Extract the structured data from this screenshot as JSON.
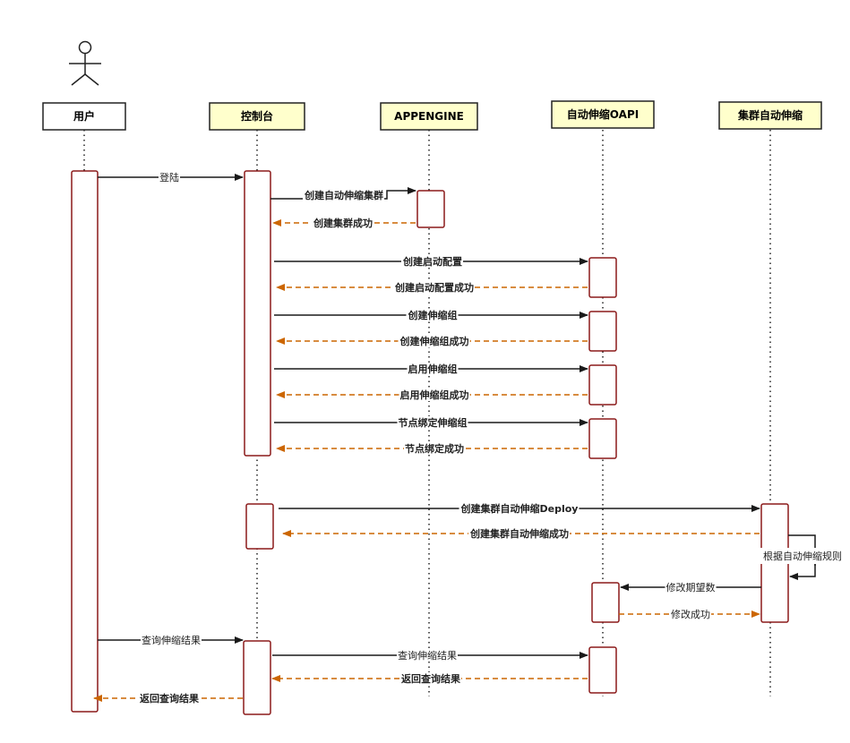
{
  "participants": [
    {
      "id": "user",
      "label": "用户"
    },
    {
      "id": "console",
      "label": "控制台"
    },
    {
      "id": "appengine",
      "label": "APPENGINE"
    },
    {
      "id": "oapi",
      "label": "自动伸缩OAPI"
    },
    {
      "id": "cluster",
      "label": "集群自动伸缩"
    }
  ],
  "messages": [
    {
      "id": "m1",
      "label": "登陆",
      "type": "call"
    },
    {
      "id": "m2",
      "label": "创建自动伸缩集群",
      "type": "call"
    },
    {
      "id": "m3",
      "label": "创建集群成功",
      "type": "return"
    },
    {
      "id": "m4",
      "label": "创建启动配置",
      "type": "call"
    },
    {
      "id": "m5",
      "label": "创建启动配置成功",
      "type": "return"
    },
    {
      "id": "m6",
      "label": "创建伸缩组",
      "type": "call"
    },
    {
      "id": "m7",
      "label": "创建伸缩组成功",
      "type": "return"
    },
    {
      "id": "m8",
      "label": "启用伸缩组",
      "type": "call"
    },
    {
      "id": "m9",
      "label": "启用伸缩组成功",
      "type": "return"
    },
    {
      "id": "m10",
      "label": "节点绑定伸缩组",
      "type": "call"
    },
    {
      "id": "m11",
      "label": "节点绑定成功",
      "type": "return"
    },
    {
      "id": "m12",
      "label": "创建集群自动伸缩Deploy",
      "type": "call"
    },
    {
      "id": "m13",
      "label": "创建集群自动伸缩成功",
      "type": "return"
    },
    {
      "id": "m14",
      "label": "根据自动伸缩规则",
      "type": "self"
    },
    {
      "id": "m15",
      "label": "修改期望数",
      "type": "call"
    },
    {
      "id": "m16",
      "label": "修改成功",
      "type": "return"
    },
    {
      "id": "m17",
      "label": "查询伸缩结果",
      "type": "call"
    },
    {
      "id": "m18",
      "label": "查询伸缩结果",
      "type": "call"
    },
    {
      "id": "m19",
      "label": "返回查询结果",
      "type": "return"
    },
    {
      "id": "m20",
      "label": "返回查询结果",
      "type": "return"
    }
  ],
  "colors": {
    "call": "#1a1a1a",
    "return": "#cc6600",
    "activation_border": "#8b1a1a",
    "lifeline": "#222222",
    "head_fill_highlight": "#ffffcc",
    "head_fill_plain": "#ffffff"
  }
}
